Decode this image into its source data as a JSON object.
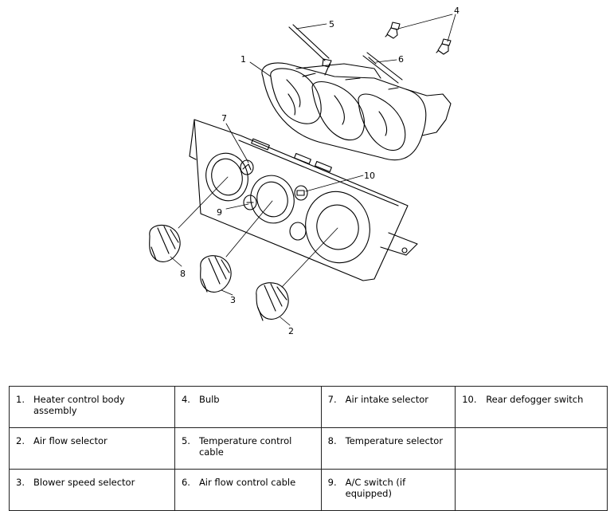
{
  "callouts": {
    "c1": "1",
    "c2": "2",
    "c3": "3",
    "c4": "4",
    "c5": "5",
    "c6": "6",
    "c7": "7",
    "c8": "8",
    "c9": "9",
    "c10": "10"
  },
  "legend": {
    "rows": [
      [
        {
          "num": "1.",
          "text": "Heater control body assembly"
        },
        {
          "num": "4.",
          "text": "Bulb"
        },
        {
          "num": "7.",
          "text": "Air intake selector"
        },
        {
          "num": "10.",
          "text": "Rear defogger switch"
        }
      ],
      [
        {
          "num": "2.",
          "text": "Air flow selector"
        },
        {
          "num": "5.",
          "text": "Temperature control cable"
        },
        {
          "num": "8.",
          "text": "Temperature selector"
        },
        {
          "num": "",
          "text": ""
        }
      ],
      [
        {
          "num": "3.",
          "text": "Blower speed selector"
        },
        {
          "num": "6.",
          "text": "Air flow control cable"
        },
        {
          "num": "9.",
          "text": "A/C switch (if equipped)"
        },
        {
          "num": "",
          "text": ""
        }
      ]
    ]
  }
}
